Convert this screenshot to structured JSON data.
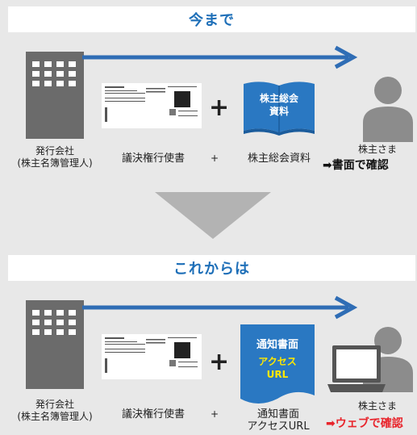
{
  "sections": {
    "before": {
      "header": "今まで",
      "issuer_line1": "発行会社",
      "issuer_line2": "(株主名簿管理人)",
      "voting_form_label": "議決権行使書",
      "plus_small": "+",
      "materials_label": "株主総会資料",
      "book_text_line1": "株主総会",
      "book_text_line2": "資料",
      "shareholder_label": "株主さま",
      "result_text": "➡書面で確認"
    },
    "after": {
      "header": "これからは",
      "issuer_line1": "発行会社",
      "issuer_line2": "(株主名簿管理人)",
      "voting_form_label": "議決権行使書",
      "plus_small": "+",
      "notice_label_line1": "通知書面",
      "notice_label_line2": "アクセスURL",
      "doc_title": "通知書面",
      "doc_access_line1": "アクセス",
      "doc_access_line2": "URL",
      "shareholder_label": "株主さま",
      "result_text": "➡ウェブで確認"
    },
    "plus_big": "+"
  },
  "colors": {
    "header_text": "#1e6fb8",
    "arrow": "#2f6db5",
    "building": "#6b6b6b",
    "person": "#8c8c8c",
    "book": "#2a78c2",
    "doc_blue": "#2a78c2",
    "doc_yellow": "#ffe800",
    "red": "#e8242b",
    "down_arrow": "#b3b3b3"
  }
}
